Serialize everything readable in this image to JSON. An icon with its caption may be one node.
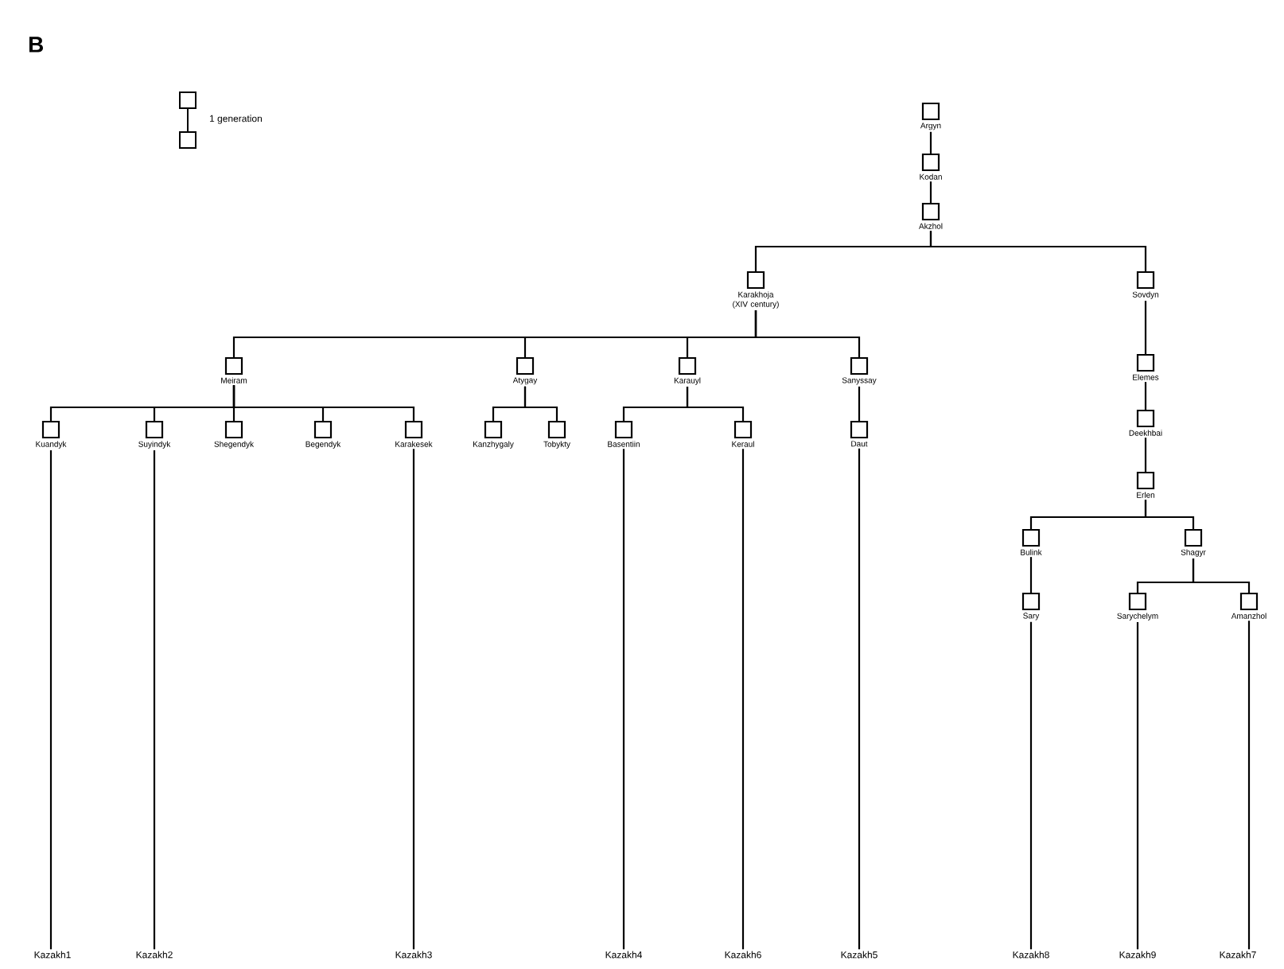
{
  "diagram": {
    "title": "B",
    "nodes": [
      {
        "text": [
          "Argyn"
        ]
      },
      {
        "text": [
          "Kodan"
        ]
      },
      {
        "text": [
          "Akzhol"
        ]
      },
      {
        "text": [
          "Karakhoja (XIV century)"
        ]
      },
      {
        "text": [
          "Sovdyn"
        ]
      },
      {
        "text": [
          "Meiram"
        ]
      },
      {
        "text": [
          "Atygay"
        ]
      },
      {
        "text": [
          "Karauyl"
        ]
      },
      {
        "text": [
          "Sanyssay"
        ]
      },
      {
        "text": [
          "Kuandyk"
        ]
      },
      {
        "text": [
          "Suyindyk"
        ]
      },
      {
        "text": [
          "Shegendyk"
        ]
      },
      {
        "text": [
          "Begendyk"
        ]
      },
      {
        "text": [
          "Karakesek"
        ]
      },
      {
        "text": [
          "Kanzhygaly"
        ]
      },
      {
        "text": [
          "Tobykty"
        ]
      },
      {
        "text": [
          "Basentiin"
        ]
      },
      {
        "text": [
          "Keraul"
        ]
      },
      {
        "text": [
          "Daut"
        ]
      },
      {
        "text": [
          "Elemes"
        ]
      },
      {
        "text": [
          "Deekhbai"
        ]
      },
      {
        "text": [
          "Erlen"
        ]
      },
      {
        "text": [
          "Bulink"
        ]
      },
      {
        "text": [
          "Shagyr"
        ]
      },
      {
        "text": [
          "Sary"
        ]
      },
      {
        "text": [
          "Sarychelym"
        ]
      },
      {
        "text": [
          "Amanzhol"
        ]
      },
      {
        "text": [
          "Kazakh1"
        ]
      },
      {
        "text": [
          "Kazakh2"
        ]
      },
      {
        "text": [
          "Kazakh3"
        ]
      },
      {
        "text": [
          "Kazakh4"
        ]
      },
      {
        "text": [
          "Kazakh6"
        ]
      },
      {
        "text": [
          "Kazakh5"
        ]
      },
      {
        "text": [
          "Kazakh8"
        ]
      },
      {
        "text": [
          "Kazakh9"
        ]
      },
      {
        "text": [
          "Kazakh7"
        ]
      }
    ],
    "edges": [
      {
        "from": 0,
        "to": 1,
        "arrow": "none"
      },
      {
        "from": 1,
        "to": 2,
        "arrow": "none"
      },
      {
        "from": 2,
        "to": 3,
        "arrow": "none"
      },
      {
        "from": 2,
        "to": 4,
        "arrow": "none"
      },
      {
        "from": 3,
        "to": 5,
        "arrow": "none"
      },
      {
        "from": 3,
        "to": 6,
        "arrow": "none"
      },
      {
        "from": 3,
        "to": 7,
        "arrow": "none"
      },
      {
        "from": 3,
        "to": 8,
        "arrow": "none"
      },
      {
        "from": 5,
        "to": 9,
        "arrow": "none"
      },
      {
        "from": 5,
        "to": 10,
        "arrow": "none"
      },
      {
        "from": 5,
        "to": 11,
        "arrow": "none"
      },
      {
        "from": 5,
        "to": 12,
        "arrow": "none"
      },
      {
        "from": 5,
        "to": 13,
        "arrow": "none"
      },
      {
        "from": 6,
        "to": 14,
        "arrow": "none"
      },
      {
        "from": 6,
        "to": 15,
        "arrow": "none"
      },
      {
        "from": 7,
        "to": 16,
        "arrow": "none"
      },
      {
        "from": 7,
        "to": 17,
        "arrow": "none"
      },
      {
        "from": 8,
        "to": 18,
        "arrow": "none"
      },
      {
        "from": 4,
        "to": 19,
        "arrow": "none"
      },
      {
        "from": 19,
        "to": 20,
        "arrow": "none"
      },
      {
        "from": 20,
        "to": 21,
        "arrow": "none"
      },
      {
        "from": 21,
        "to": 22,
        "arrow": "none"
      },
      {
        "from": 21,
        "to": 23,
        "arrow": "none"
      },
      {
        "from": 22,
        "to": 24,
        "arrow": "none"
      },
      {
        "from": 23,
        "to": 25,
        "arrow": "none"
      },
      {
        "from": 23,
        "to": 26,
        "arrow": "none"
      },
      {
        "from": 9,
        "to": 27,
        "arrow": "none"
      },
      {
        "from": 10,
        "to": 28,
        "arrow": "none"
      },
      {
        "from": 13,
        "to": 29,
        "arrow": "none"
      },
      {
        "from": 16,
        "to": 30,
        "arrow": "none"
      },
      {
        "from": 17,
        "to": 31,
        "arrow": "none"
      },
      {
        "from": 18,
        "to": 32,
        "arrow": "none"
      },
      {
        "from": 24,
        "to": 33,
        "arrow": "none"
      },
      {
        "from": 25,
        "to": 34,
        "arrow": "none"
      },
      {
        "from": 26,
        "to": 35,
        "arrow": "none"
      }
    ],
    "legend": [
      {
        "text": "1 generation"
      }
    ]
  }
}
